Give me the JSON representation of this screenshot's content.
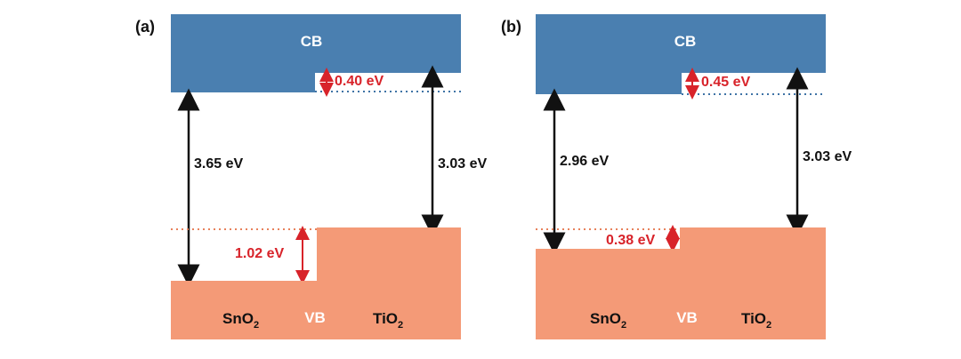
{
  "colors": {
    "cb": "#4a7fb0",
    "vb": "#f49a77",
    "black_arrow": "#111111",
    "red_arrow": "#d8232a",
    "blue_dots": "#3f73a6",
    "orange_dots": "#e8815b"
  },
  "panels": [
    {
      "label": "(a)",
      "cb_label": "CB",
      "vb_label": "VB",
      "sno2_gap": "3.65 eV",
      "tio2_gap": "3.03 eV",
      "cb_offset": "0.40 eV",
      "vb_offset": "1.02 eV",
      "left_material": {
        "base": "SnO",
        "sub": "2"
      },
      "right_material": {
        "base": "TiO",
        "sub": "2"
      }
    },
    {
      "label": "(b)",
      "cb_label": "CB",
      "vb_label": "VB",
      "sno2_gap": "2.96 eV",
      "tio2_gap": "3.03 eV",
      "cb_offset": "0.45 eV",
      "vb_offset": "0.38 eV",
      "left_material": {
        "base": "SnO",
        "sub": "2"
      },
      "right_material": {
        "base": "TiO",
        "sub": "2"
      }
    }
  ]
}
